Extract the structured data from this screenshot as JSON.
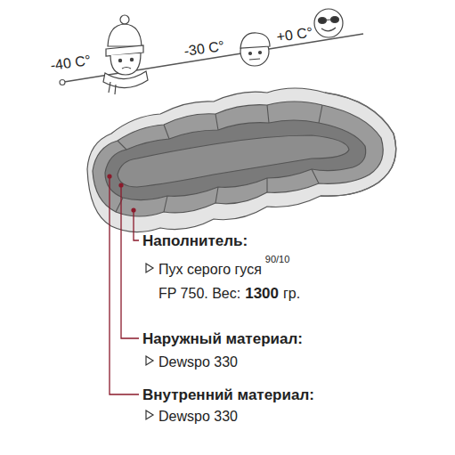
{
  "diagram": {
    "labels": [
      "-40 C°",
      "-30 C°",
      "+0 C°",
      "Наполнитель:",
      "Пух серого гуся",
      "90/10",
      "FP 750. Вес:",
      "1300",
      "гр.",
      "Наружный материал:",
      "Dewspo 330",
      "Внутренний материал:",
      "Dewspo 330"
    ]
  }
}
